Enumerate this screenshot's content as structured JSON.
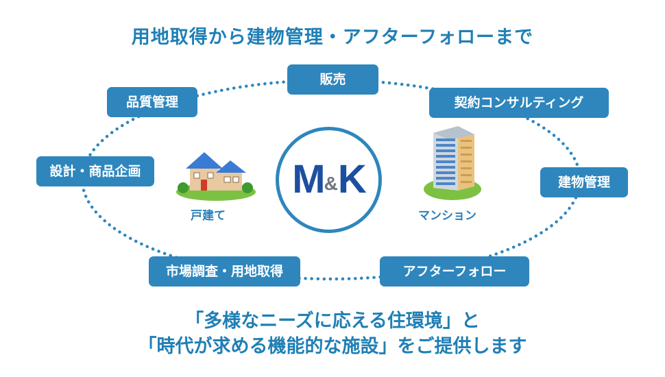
{
  "title": "用地取得から建物管理・アフターフォローまで",
  "nodes": {
    "sales": "販売",
    "consulting": "契約コンサルティング",
    "quality": "品質管理",
    "design": "設計・商品企画",
    "building_management": "建物管理",
    "market_research": "市場調査・用地取得",
    "after_follow": "アフターフォロー"
  },
  "center_logo": {
    "left": "M",
    "amp": "&",
    "right": "K"
  },
  "icons": {
    "house_label": "戸建て",
    "mansion_label": "マンション"
  },
  "tagline": {
    "line1": "「多様なニーズに応える住環境」と",
    "line2": "「時代が求める機能的な施設」をご提供します"
  },
  "colors": {
    "primary": "#2e86bd",
    "title": "#1f7fb5",
    "logo": "#1c4fa0"
  }
}
